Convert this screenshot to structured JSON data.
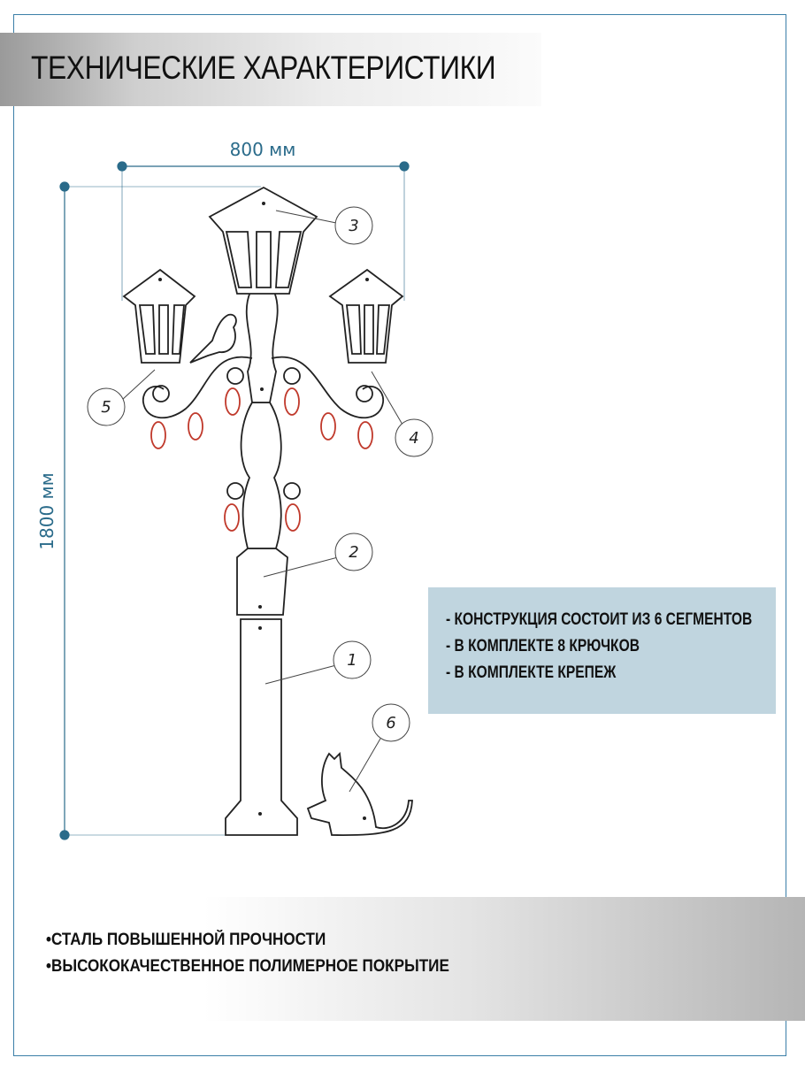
{
  "title": "ТЕХНИЧЕСКИЕ ХАРАКТЕРИСТИКИ",
  "dimensions": {
    "width": "800 мм",
    "height": "1800 мм"
  },
  "callouts": [
    "1",
    "2",
    "3",
    "4",
    "5",
    "6"
  ],
  "info": [
    "- КОНСТРУКЦИЯ СОСТОИТ ИЗ  6 СЕГМЕНТОВ",
    "- В КОМПЛЕКТЕ   8 КРЮЧКОВ",
    "- В КОМПЛЕКТЕ КРЕПЕЖ"
  ],
  "features": [
    "•СТАЛЬ ПОВЫШЕННОЙ ПРОЧНОСТИ",
    "•ВЫСОКОКАЧЕСТВЕННОЕ ПОЛИМЕРНОЕ ПОКРЫТИЕ"
  ],
  "colors": {
    "dimension": "#2a6b8a",
    "info_bg": "#c0d5df",
    "hook": "#c0392b"
  }
}
